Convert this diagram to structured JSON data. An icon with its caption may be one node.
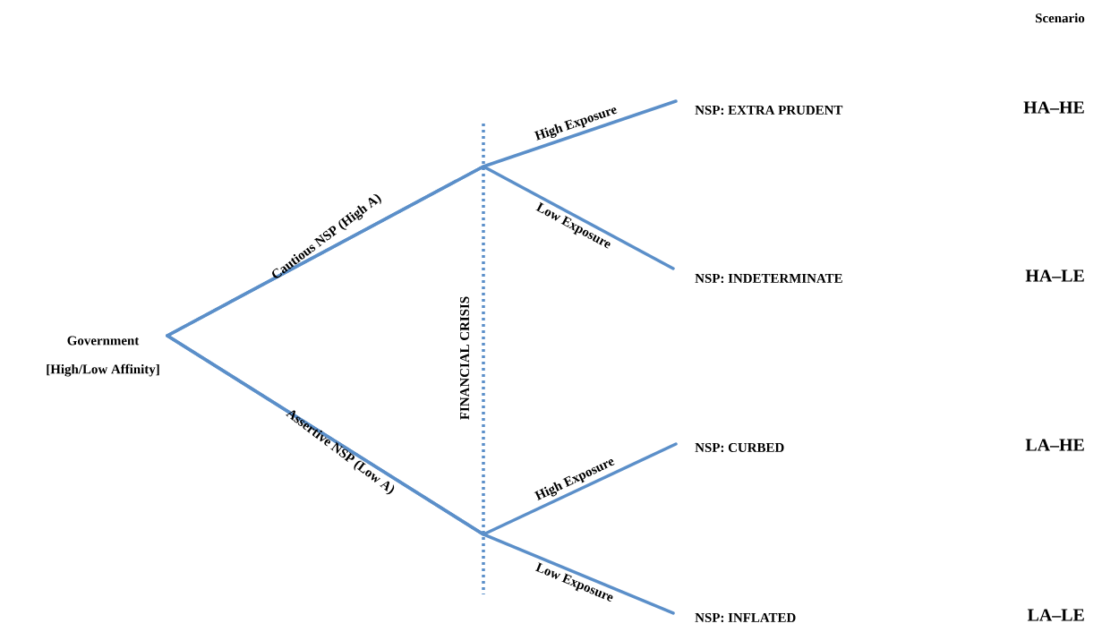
{
  "diagram": {
    "nodes": [
      {
        "text": [
          "Government",
          "[High/Low Affinity]"
        ]
      },
      {
        "text": [
          "NSP: EXTRA PRUDENT"
        ]
      },
      {
        "text": [
          "NSP: INDETERMINATE"
        ]
      },
      {
        "text": [
          "NSP: CURBED"
        ]
      },
      {
        "text": [
          "NSP: INFLATED"
        ]
      }
    ],
    "edges": [
      {
        "from": 0,
        "to": 1,
        "arrow": "none",
        "label": "High Exposure"
      },
      {
        "from": 0,
        "to": 2,
        "arrow": "none",
        "label": "Low Exposure"
      },
      {
        "from": 0,
        "to": 3,
        "arrow": "none",
        "label": "High Exposure"
      },
      {
        "from": 0,
        "to": 4,
        "arrow": "none",
        "label": "Low Exposure"
      }
    ],
    "labels": [
      "Scenario",
      "HA–HE",
      "Cautious NSP (High A)",
      "HA–LE",
      "FINANCIAL CRISIS",
      "Assertive NSP (Low A)",
      "LA–HE",
      "LA–LE"
    ]
  }
}
